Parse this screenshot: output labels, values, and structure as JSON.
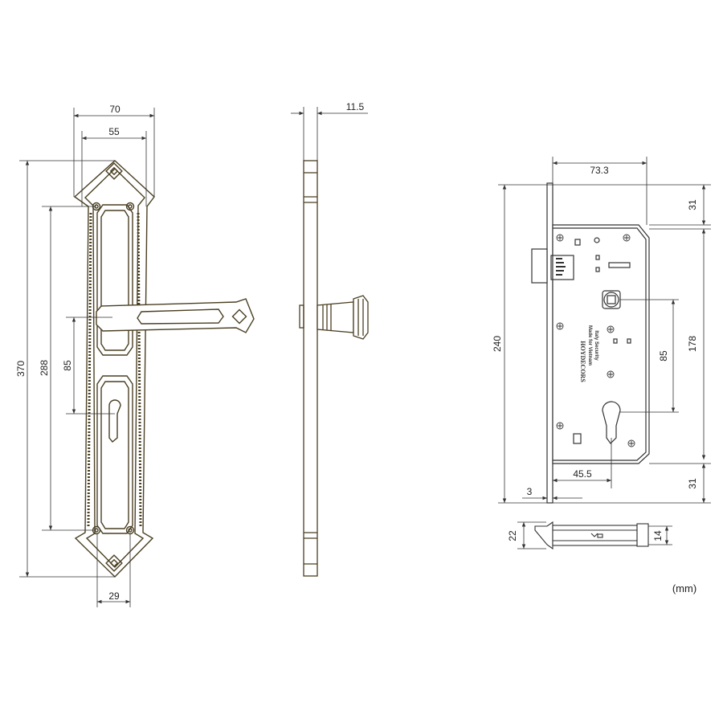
{
  "front_view": {
    "dims": {
      "overall_width": "70",
      "inner_width": "55",
      "overall_height": "370",
      "screw_spacing": "288",
      "handle_to_key": "85",
      "bottom_width": "29"
    }
  },
  "side_view": {
    "dims": {
      "thickness": "11.5"
    }
  },
  "lock_body": {
    "dims": {
      "backset": "73.3",
      "case_height": "240",
      "top_offset": "31",
      "bottom_offset": "31",
      "case_inner": "178",
      "center_distance": "85",
      "key_backset": "45.5",
      "faceplate": "3"
    },
    "brand_label": "HOYDECORS",
    "made_label": "Made for Vietnam",
    "security_label": "Italy Security"
  },
  "latch_view": {
    "dims": {
      "latch_height": "22",
      "latch_tip": "14"
    }
  },
  "units": "(mm)",
  "colors": {
    "bronze": "#6b5a2e",
    "line": "#222222",
    "thin": "#555555"
  }
}
